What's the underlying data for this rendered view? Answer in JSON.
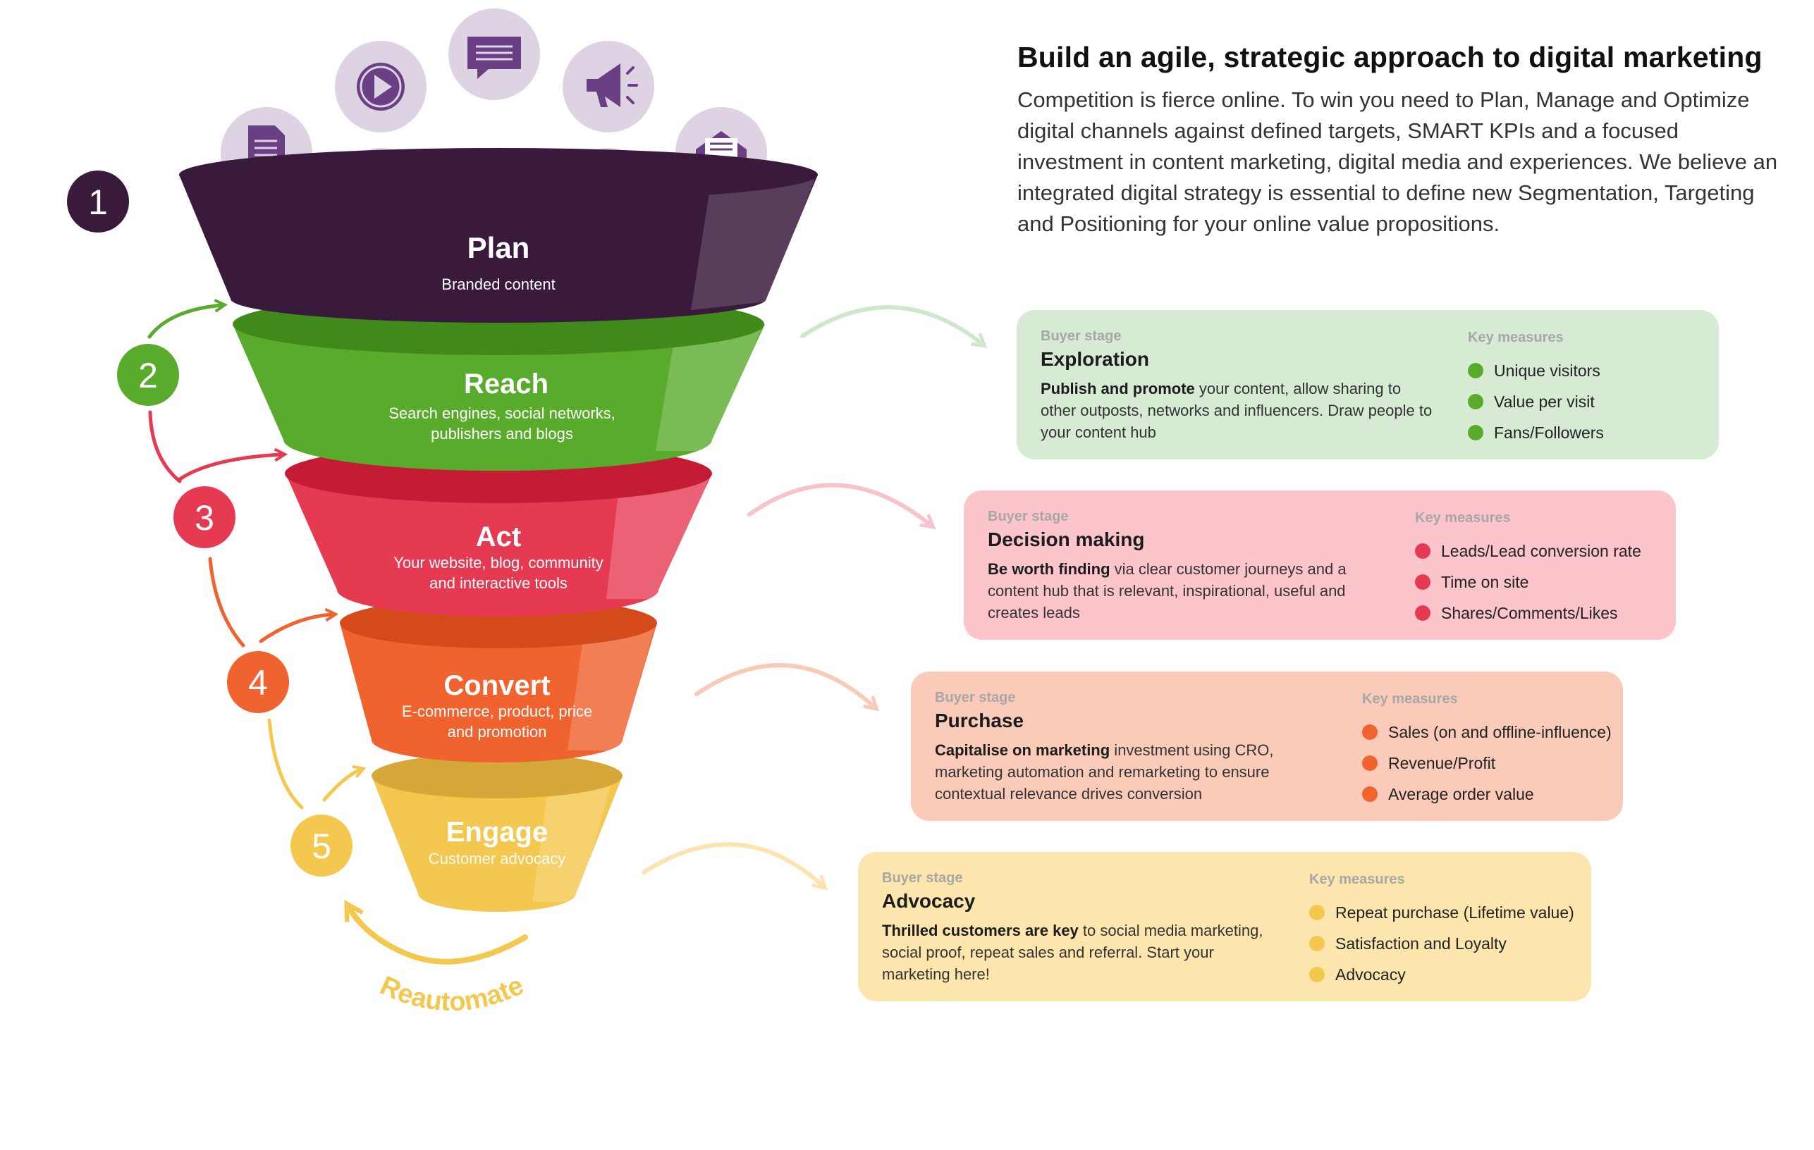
{
  "header": {
    "title": "Build an agile, strategic approach to digital marketing",
    "intro": "Competition is fierce online. To win you need to Plan, Manage and Optimize digital channels against defined targets, SMART KPIs and a focused investment in content marketing, digital media and experiences. We believe an integrated digital strategy is essential to define new Segmentation, Targeting and Positioning for your online value propositions."
  },
  "colors": {
    "plan": "#3a1a3c",
    "reach": "#59ab2b",
    "act": "#e63a53",
    "convert": "#f0632f",
    "engage": "#f4c74f",
    "icon_bg": "#ddd3e3",
    "icon_fg": "#6b3f84"
  },
  "funnel": [
    {
      "num": "1",
      "title": "Plan",
      "subtitle": [
        "Branded content"
      ]
    },
    {
      "num": "2",
      "title": "Reach",
      "subtitle": [
        "Search engines, social networks,",
        "publishers and blogs"
      ]
    },
    {
      "num": "3",
      "title": "Act",
      "subtitle": [
        "Your website, blog, community",
        "and interactive tools"
      ]
    },
    {
      "num": "4",
      "title": "Convert",
      "subtitle": [
        "E-commerce, product, price",
        "and promotion"
      ]
    },
    {
      "num": "5",
      "title": "Engage",
      "subtitle": [
        "Customer advocacy"
      ]
    }
  ],
  "reautomate": "Reautomate",
  "icons": [
    "document-icon",
    "play-icon",
    "chat-icon",
    "megaphone-icon",
    "email-icon",
    "calendar-icon",
    "star-icon",
    "notebook-icon"
  ],
  "cards": [
    {
      "stage_label": "Buyer stage",
      "stage": "Exploration",
      "desc_bold": "Publish and promote",
      "desc_rest": " your content, allow sharing to other outposts, networks and influencers. Draw people to your content hub",
      "measures_label": "Key measures",
      "measures": [
        "Unique visitors",
        "Value per visit",
        "Fans/Followers"
      ]
    },
    {
      "stage_label": "Buyer stage",
      "stage": "Decision making",
      "desc_bold": "Be worth finding",
      "desc_rest": " via clear customer journeys and a content hub that is relevant, inspirational, useful and creates leads",
      "measures_label": "Key measures",
      "measures": [
        "Leads/Lead conversion rate",
        "Time on site",
        "Shares/Comments/Likes"
      ]
    },
    {
      "stage_label": "Buyer stage",
      "stage": "Purchase",
      "desc_bold": "Capitalise on marketing",
      "desc_rest": " investment using CRO, marketing automation and remarketing to ensure contextual relevance drives conversion",
      "measures_label": "Key measures",
      "measures": [
        "Sales (on and offline-influence)",
        "Revenue/Profit",
        "Average order value"
      ]
    },
    {
      "stage_label": "Buyer stage",
      "stage": "Advocacy",
      "desc_bold": "Thrilled customers are key",
      "desc_rest": " to social media marketing, social proof, repeat sales and referral. Start your marketing here!",
      "measures_label": "Key measures",
      "measures": [
        "Repeat purchase (Lifetime value)",
        "Satisfaction and Loyalty",
        "Advocacy"
      ]
    }
  ]
}
